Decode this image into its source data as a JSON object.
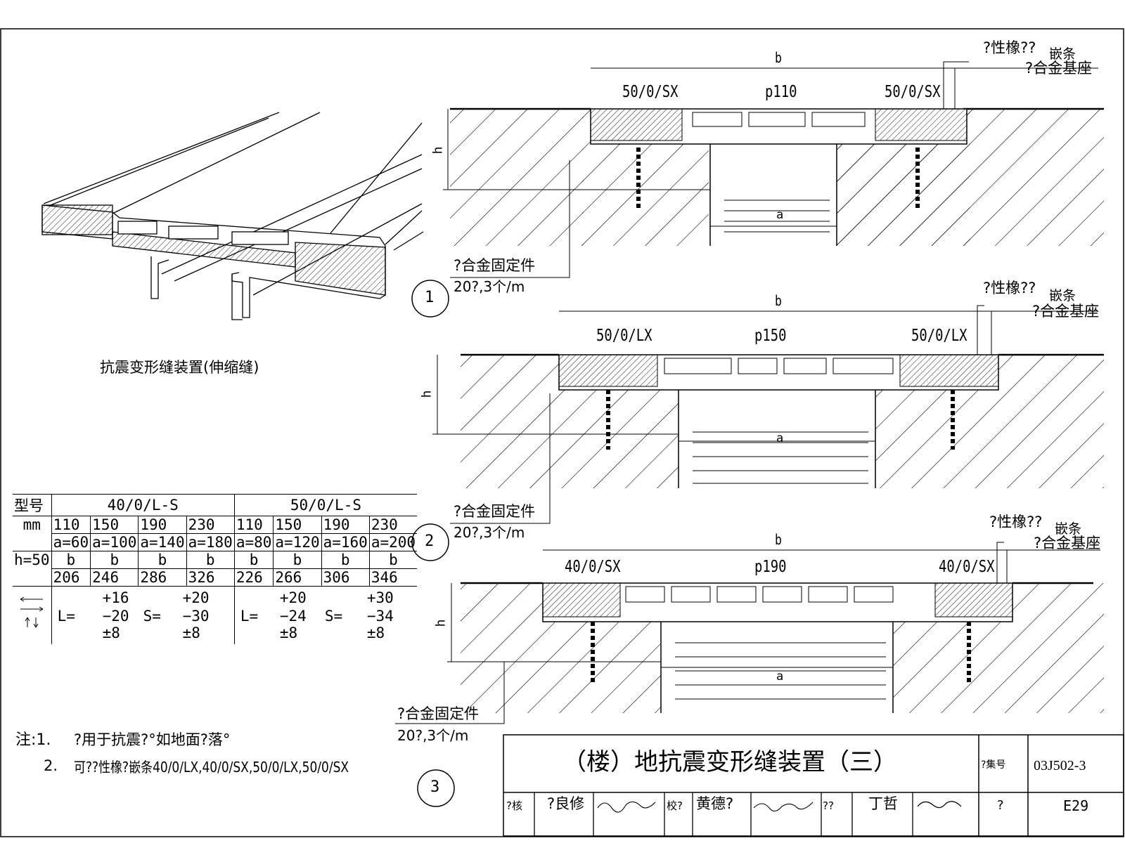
{
  "perspective_caption": "抗震变形缝装置(伸缩缝)",
  "details": [
    {
      "no": "1",
      "left_label": "50/0/SX",
      "center_label": "p110",
      "right_label": "50/0/SX",
      "b": "b",
      "h": "h",
      "a": "a",
      "seal": "?性橡??",
      "seal2": "嵌条",
      "base": "?合金基座",
      "fixing": "?合金固定件",
      "fixing_spec": "20?,3个/m"
    },
    {
      "no": "2",
      "left_label": "50/0/LX",
      "center_label": "p150",
      "right_label": "50/0/LX",
      "b": "b",
      "h": "h",
      "a": "a",
      "seal": "?性橡??",
      "seal2": "嵌条",
      "base": "?合金基座",
      "fixing": "?合金固定件",
      "fixing_spec": "20?,3个/m"
    },
    {
      "no": "3",
      "left_label": "40/0/SX",
      "center_label": "p190",
      "right_label": "40/0/SX",
      "b": "b",
      "h": "h",
      "a": "a",
      "seal": "?性橡??",
      "seal2": "嵌条",
      "base": "?合金基座",
      "fixing": "?合金固定件",
      "fixing_spec": "20?,3个/m"
    }
  ],
  "spec_table": {
    "model_label": "型号",
    "unit": "mm",
    "groupA": "40/0/L-S",
    "groupB": "50/0/L-S",
    "sizes": [
      "110",
      "150",
      "190",
      "230",
      "110",
      "150",
      "190",
      "230"
    ],
    "a_values": [
      "a=60",
      "a=100",
      "a=140",
      "a=180",
      "a=80",
      "a=120",
      "a=160",
      "a=200"
    ],
    "h_label": "h=50",
    "b_label": "b",
    "b_values": [
      "206",
      "246",
      "286",
      "326",
      "226",
      "266",
      "306",
      "346"
    ],
    "L_label": "L=",
    "S_label": "S=",
    "moveA_L": [
      "+16",
      "−20",
      "±8"
    ],
    "moveA_S": [
      "+20",
      "−30",
      "±8"
    ],
    "moveB_L": [
      "+20",
      "−24",
      "±8"
    ],
    "moveB_S": [
      "+30",
      "−34",
      "±8"
    ]
  },
  "notes": {
    "prefix": "注:1.",
    "line1": "?用于抗震?°如地面?落°",
    "no2": "2.",
    "line2": "可??性橡?嵌条40/0/LX,40/0/SX,50/0/LX,50/0/SX"
  },
  "title_block": {
    "title": "（楼）地抗震变形缝装置（三）",
    "atlas_label": "?集号",
    "atlas_no": "03J502-3",
    "review_label": "?核",
    "reviewer": "?良修",
    "check_label": "校?",
    "checker": "黄德?",
    "design_label": "??",
    "designer": "丁哲",
    "page_label": "?",
    "page_no": "E29"
  }
}
